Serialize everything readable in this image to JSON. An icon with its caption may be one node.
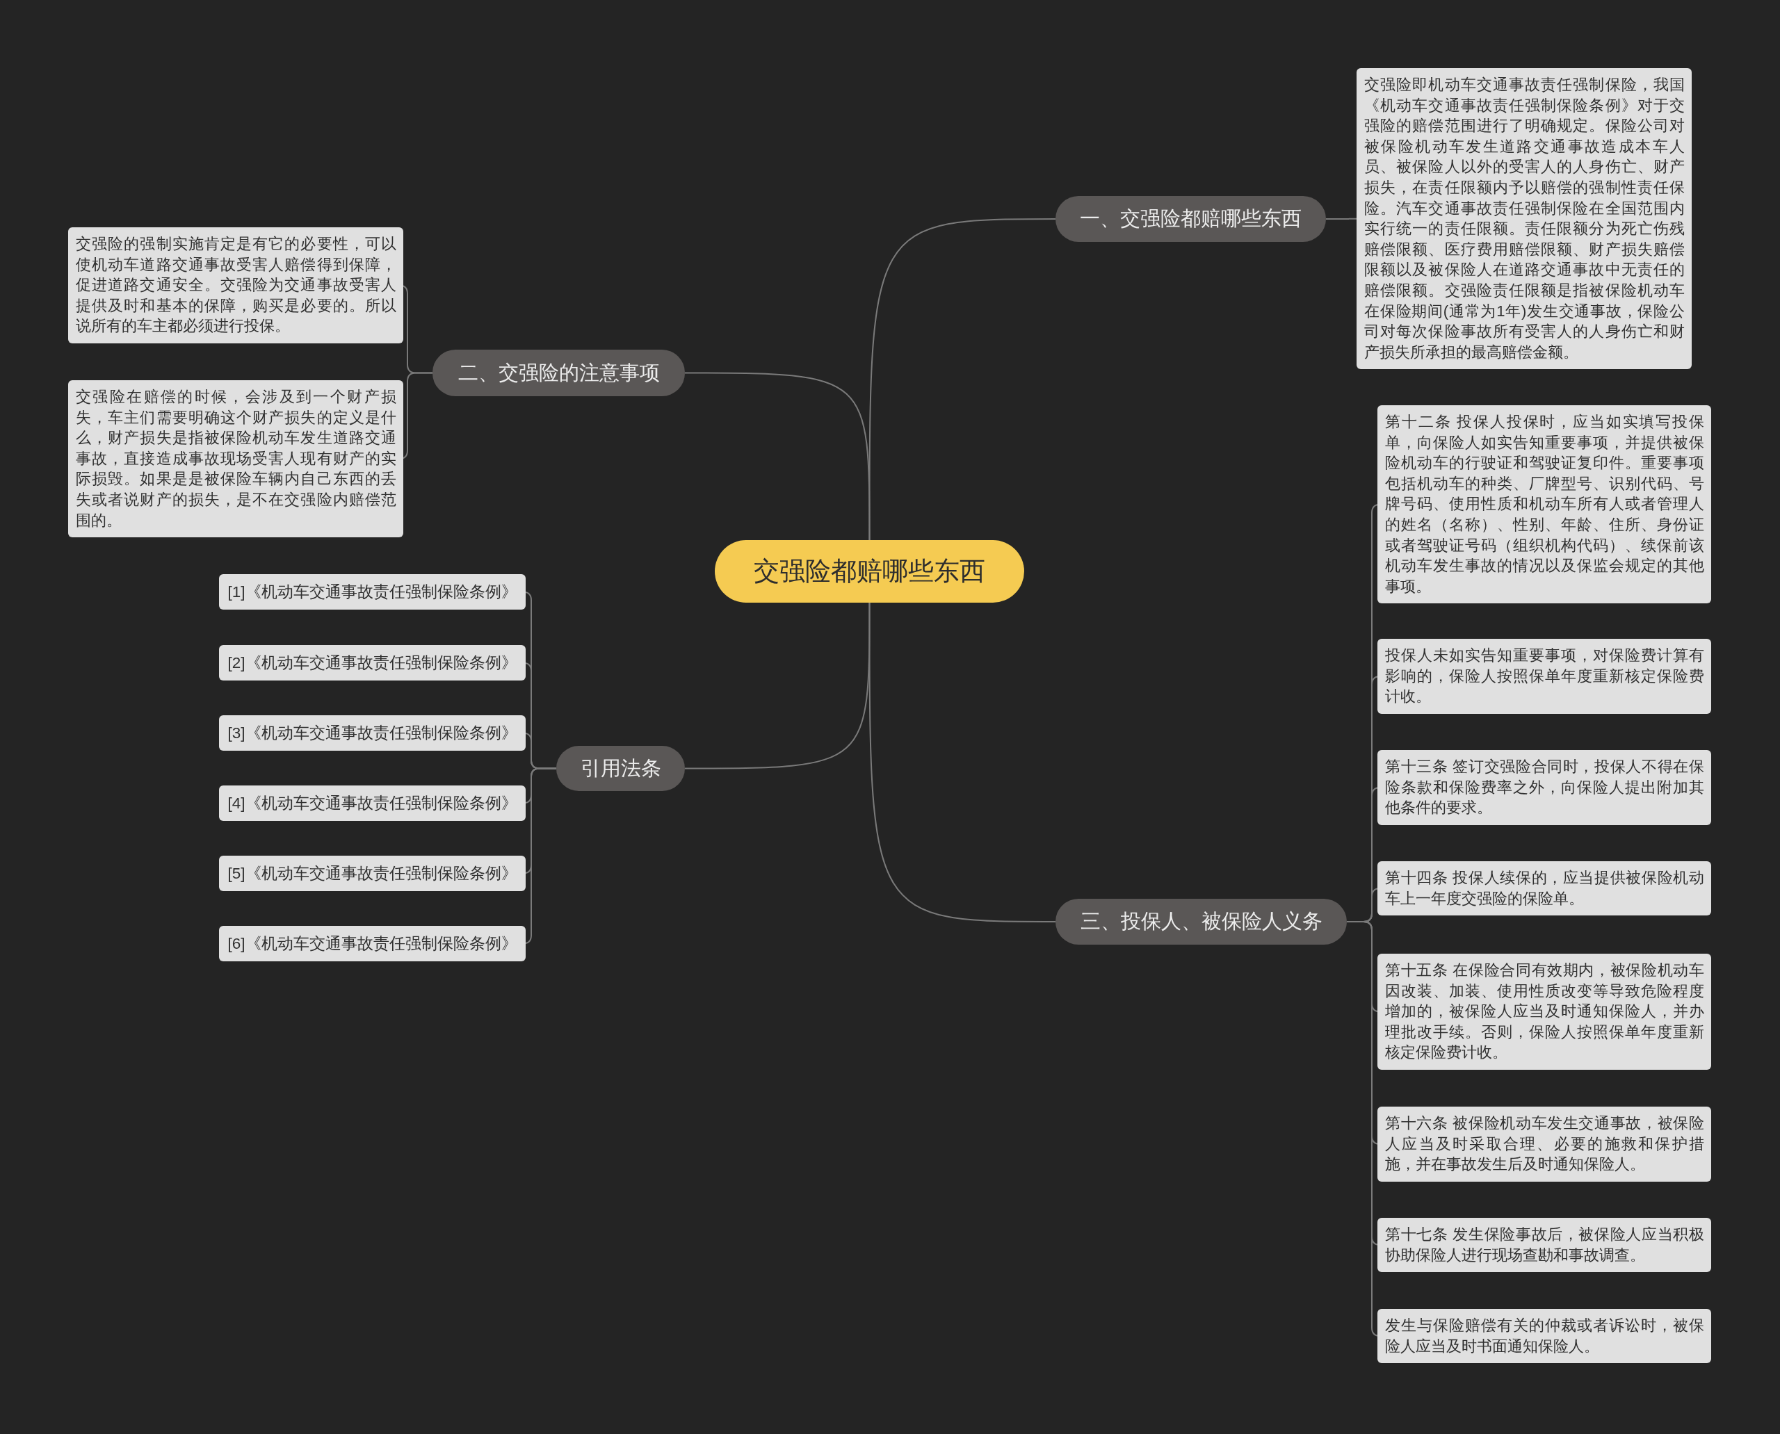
{
  "diagram": {
    "nodes": [
      {
        "text": [
          "交强险都赔哪些东西"
        ]
      },
      {
        "text": [
          "一、交强险都赔哪些东西"
        ]
      },
      {
        "text": [
          "交强险即机动车交通事故责任强制保险，我国《机动车交通事故责任强制保险条例》对于交强险的赔偿范围进行了明确规定。保险公司对被保险机动车发生道路交通事故造成本车人员、被保险人以外的受害人的人身伤亡、财产损失，在责任限额内予以赔偿的强制性责任保险。汽车交通事故责任强制保险在全国范围内实行统一的责任限额。责任限额分为死亡伤残赔偿限额、医疗费用赔偿限额、财产损失赔偿限额以及被保险人在道路交通事故中无责任的赔偿限额。交强险责任限额是指被保险机动车在保险期间(通常为1年)发生交通事故，保险公司对每次保险事故所有受害人的人身伤亡和财产损失所承担的最高赔偿金额。"
        ]
      },
      {
        "text": [
          "二、交强险的注意事项"
        ]
      },
      {
        "text": [
          "交强险的强制实施肯定是有它的必要性，可以使机动车道路交通事故受害人赔偿得到保障，促进道路交通安全。交强险为交通事故受害人提供及时和基本的保障，购买是必要的。所以说所有的车主都必须进行投保。"
        ]
      },
      {
        "text": [
          "交强险在赔偿的时候，会涉及到一个财产损失，车主们需要明确这个财产损失的定义是什么，财产损失是指被保险机动车发生道路交通事故，直接造成事故现场受害人现有财产的实际损毁。如果是是被保险车辆内自己东西的丢失或者说财产的损失，是不在交强险内赔偿范围的。"
        ]
      },
      {
        "text": [
          "引用法条"
        ]
      },
      {
        "text": [
          "[1]《机动车交通事故责任强制保险条例》"
        ]
      },
      {
        "text": [
          "[2]《机动车交通事故责任强制保险条例》"
        ]
      },
      {
        "text": [
          "[3]《机动车交通事故责任强制保险条例》"
        ]
      },
      {
        "text": [
          "[4]《机动车交通事故责任强制保险条例》"
        ]
      },
      {
        "text": [
          "[5]《机动车交通事故责任强制保险条例》"
        ]
      },
      {
        "text": [
          "[6]《机动车交通事故责任强制保险条例》"
        ]
      },
      {
        "text": [
          "三、投保人、被保险人义务"
        ]
      },
      {
        "text": [
          "第十二条 投保人投保时，应当如实填写投保单，向保险人如实告知重要事项，并提供被保险机动车的行驶证和驾驶证复印件。重要事项包括机动车的种类、厂牌型号、识别代码、号牌号码、使用性质和机动车所有人或者管理人的姓名（名称）、性别、年龄、住所、身份证或者驾驶证号码（组织机构代码）、续保前该机动车发生事故的情况以及保监会规定的其他事项。"
        ]
      },
      {
        "text": [
          "投保人未如实告知重要事项，对保险费计算有影响的，保险人按照保单年度重新核定保险费计收。"
        ]
      },
      {
        "text": [
          "第十三条 签订交强险合同时，投保人不得在保险条款和保险费率之外，向保险人提出附加其他条件的要求。"
        ]
      },
      {
        "text": [
          "第十四条 投保人续保的，应当提供被保险机动车上一年度交强险的保险单。"
        ]
      },
      {
        "text": [
          "第十五条 在保险合同有效期内，被保险机动车因改装、加装、使用性质改变等导致危险程度增加的，被保险人应当及时通知保险人，并办理批改手续。否则，保险人按照保单年度重新核定保险费计收。"
        ]
      },
      {
        "text": [
          "第十六条 被保险机动车发生交通事故，被保险人应当及时采取合理、必要的施救和保护措施，并在事故发生后及时通知保险人。"
        ]
      },
      {
        "text": [
          "第十七条 发生保险事故后，被保险人应当积极协助保险人进行现场查勘和事故调查。"
        ]
      },
      {
        "text": [
          "发生与保险赔偿有关的仲裁或者诉讼时，被保险人应当及时书面通知保险人。"
        ]
      }
    ],
    "edges": [
      {
        "from": 0,
        "to": 1,
        "arrow": "none"
      },
      {
        "from": 1,
        "to": 2,
        "arrow": "none"
      },
      {
        "from": 0,
        "to": 3,
        "arrow": "none"
      },
      {
        "from": 3,
        "to": 4,
        "arrow": "none"
      },
      {
        "from": 3,
        "to": 5,
        "arrow": "none"
      },
      {
        "from": 0,
        "to": 6,
        "arrow": "none"
      },
      {
        "from": 6,
        "to": 7,
        "arrow": "none"
      },
      {
        "from": 6,
        "to": 8,
        "arrow": "none"
      },
      {
        "from": 6,
        "to": 9,
        "arrow": "none"
      },
      {
        "from": 6,
        "to": 10,
        "arrow": "none"
      },
      {
        "from": 6,
        "to": 11,
        "arrow": "none"
      },
      {
        "from": 6,
        "to": 12,
        "arrow": "none"
      },
      {
        "from": 0,
        "to": 13,
        "arrow": "none"
      },
      {
        "from": 13,
        "to": 14,
        "arrow": "none"
      },
      {
        "from": 13,
        "to": 15,
        "arrow": "none"
      },
      {
        "from": 13,
        "to": 16,
        "arrow": "none"
      },
      {
        "from": 13,
        "to": 17,
        "arrow": "none"
      },
      {
        "from": 13,
        "to": 18,
        "arrow": "none"
      },
      {
        "from": 13,
        "to": 19,
        "arrow": "none"
      },
      {
        "from": 13,
        "to": 20,
        "arrow": "none"
      },
      {
        "from": 13,
        "to": 21,
        "arrow": "none"
      }
    ]
  }
}
